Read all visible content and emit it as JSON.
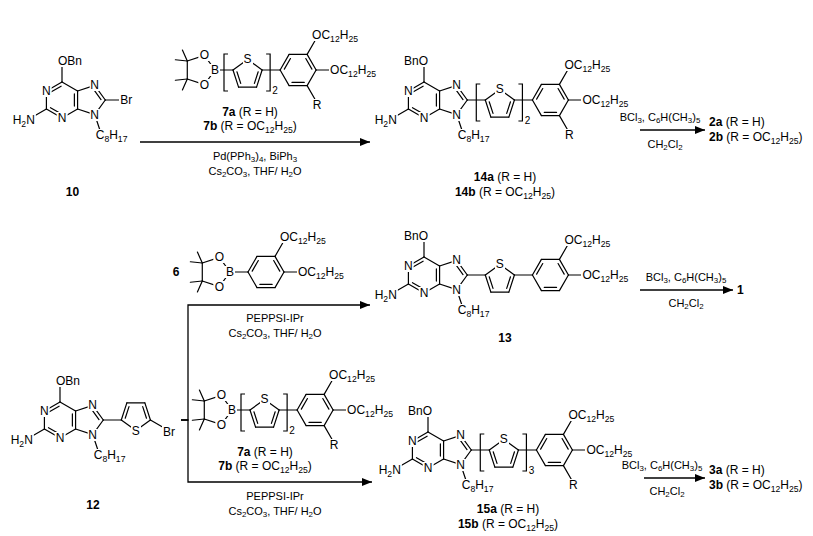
{
  "diagram": {
    "nodes": [
      {
        "text": [
          "10"
        ]
      },
      {
        "text": [
          "14a (R = H)",
          "14b (R = OC12H25)"
        ]
      },
      {
        "text": [
          "2a (R = H)",
          "2b (R = OC12H25)"
        ]
      },
      {
        "text": [
          "12"
        ]
      },
      {
        "text": [
          "13"
        ]
      },
      {
        "text": [
          "1"
        ]
      },
      {
        "text": [
          "15a (R = H)",
          "15b (R = OC12H25)"
        ]
      },
      {
        "text": [
          "3a (R = H)",
          "3b (R = OC12H25)"
        ]
      }
    ],
    "edges": [
      {
        "from": 0,
        "to": 1,
        "arrow": "to"
      },
      {
        "from": 1,
        "to": 2,
        "arrow": "to"
      },
      {
        "from": 3,
        "to": 4,
        "arrow": "to"
      },
      {
        "from": 4,
        "to": 5,
        "arrow": "to"
      },
      {
        "from": 3,
        "to": 6,
        "arrow": "to"
      },
      {
        "from": 6,
        "to": 7,
        "arrow": "to"
      }
    ],
    "labels": [
      "OBn",
      "N",
      "N",
      "H2N",
      "N",
      "N",
      "C8H17",
      "Br",
      "O",
      "B",
      "O",
      "S",
      "2",
      "OC12H25",
      "OC12H25",
      "R",
      "7a (R = H)",
      "7b (R = OC12H25)",
      "Pd(PPh3)4, BiPh3",
      "Cs2CO3, THF/ H2O",
      "BnO",
      "N",
      "N",
      "H2N",
      "N",
      "N",
      "C8H17",
      "S",
      "2",
      "OC12H25",
      "OC12H25",
      "R",
      "BCl3, C6H(CH3)5",
      "CH2Cl2",
      "O",
      "B",
      "O",
      "OC12H25",
      "OC12H25",
      "6",
      "PEPPSI-IPr",
      "Cs2CO3, THF/ H2O",
      "BnO",
      "N",
      "N",
      "H2N",
      "N",
      "N",
      "C8H17",
      "S",
      "OC12H25",
      "OC12H25",
      "BCl3, C6H(CH3)5",
      "CH2Cl2",
      "OBn",
      "N",
      "N",
      "H2N",
      "N",
      "N",
      "C8H17",
      "S",
      "Br",
      "O",
      "B",
      "O",
      "S",
      "2",
      "OC12H25",
      "OC12H25",
      "R",
      "7a (R = H)",
      "7b (R = OC12H25)",
      "PEPPSI-IPr",
      "Cs2CO3, THF/ H2O",
      "BnO",
      "N",
      "N",
      "H2N",
      "N",
      "N",
      "C8H17",
      "S",
      "3",
      "OC12H25",
      "OC12H25",
      "R",
      "BCl3, C6H(CH3)5",
      "CH2Cl2"
    ]
  }
}
